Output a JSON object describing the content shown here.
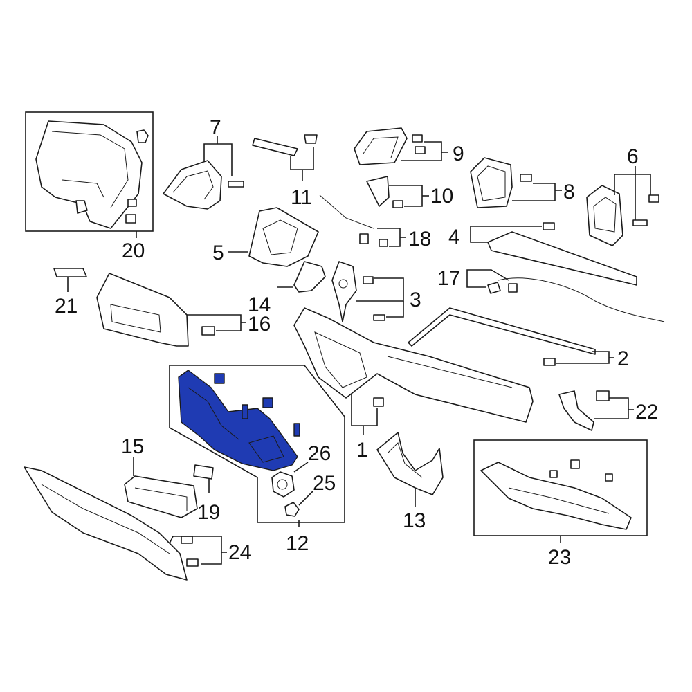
{
  "colors": {
    "highlight": "#1f3bb3",
    "line": "#1a1a1a",
    "background": "#ffffff"
  },
  "callouts": {
    "c1": "1",
    "c2": "2",
    "c3": "3",
    "c4": "4",
    "c5": "5",
    "c6": "6",
    "c7": "7",
    "c8": "8",
    "c9": "9",
    "c10": "10",
    "c11": "11",
    "c12": "12",
    "c13": "13",
    "c14": "14",
    "c15": "15",
    "c16": "16",
    "c17": "17",
    "c18": "18",
    "c19": "19",
    "c20": "20",
    "c21": "21",
    "c22": "22",
    "c23": "23",
    "c24": "24",
    "c25": "25",
    "c26": "26"
  },
  "highlighted_callout": "12"
}
